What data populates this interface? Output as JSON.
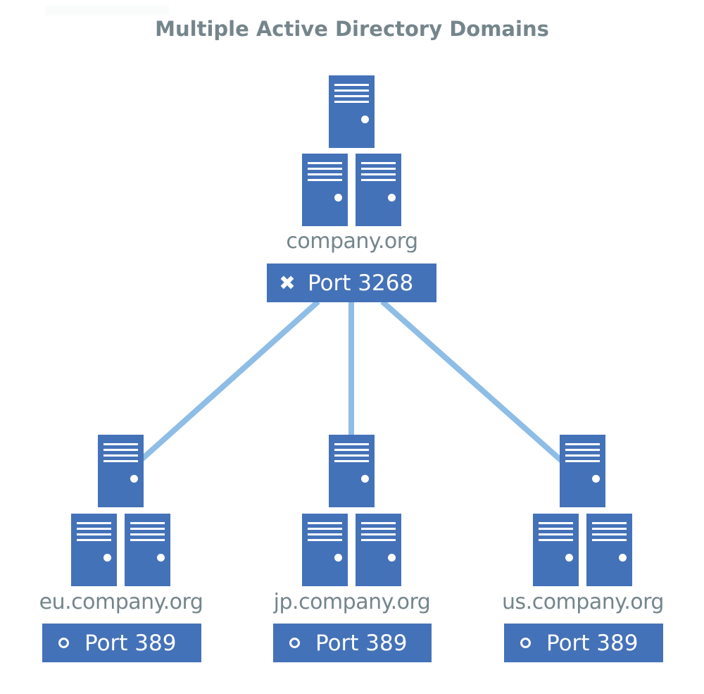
{
  "title": "Multiple Active Directory Domains",
  "colors": {
    "server_fill": "#4472b9",
    "connector": "#8ebde6",
    "label_text": "#74858c",
    "port_box_fill": "#4472b9",
    "port_box_text": "#ffffff"
  },
  "root": {
    "domain": "company.org",
    "port_label": "Port 3268",
    "port_icon": "x-mark-icon"
  },
  "children": [
    {
      "domain": "eu.company.org",
      "port_label": "Port 389",
      "port_icon": "ring-icon"
    },
    {
      "domain": "jp.company.org",
      "port_label": "Port 389",
      "port_icon": "ring-icon"
    },
    {
      "domain": "us.company.org",
      "port_label": "Port 389",
      "port_icon": "ring-icon"
    }
  ],
  "icons": {
    "x_mark": "✖"
  }
}
